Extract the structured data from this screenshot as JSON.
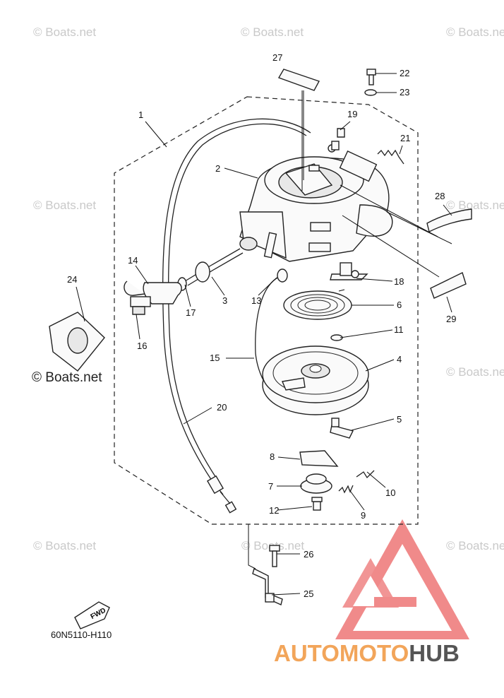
{
  "diagram": {
    "code": "60N5110-H110",
    "direction_badge": "FWD",
    "brand": {
      "part1": "AUTOMOTO",
      "part2": "HUB"
    },
    "watermarks": [
      "© Boats.net"
    ],
    "callouts": [
      "1",
      "2",
      "3",
      "4",
      "5",
      "6",
      "7",
      "8",
      "9",
      "10",
      "11",
      "12",
      "13",
      "14",
      "15",
      "16",
      "17",
      "18",
      "19",
      "20",
      "21",
      "22",
      "23",
      "24",
      "25",
      "26",
      "27",
      "28",
      "29"
    ]
  },
  "colors": {
    "logo_red": "#f08a8a",
    "logo_orange": "#f2a55a",
    "hub_gray": "#555555",
    "watermark": "#c9c9c9"
  }
}
